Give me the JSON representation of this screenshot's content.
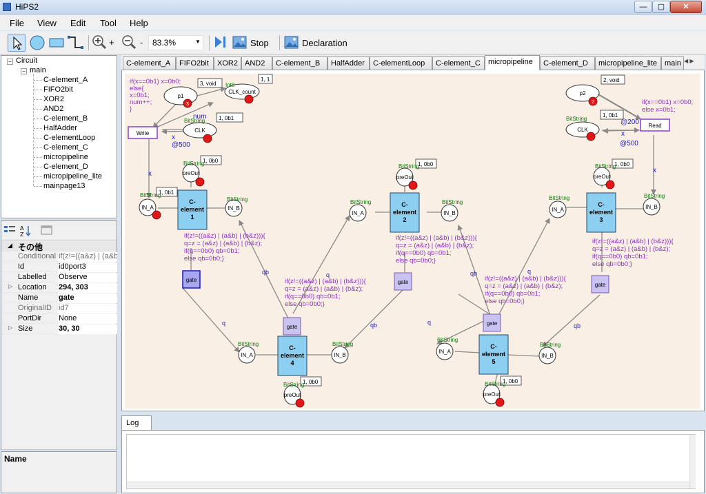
{
  "window": {
    "title": "HiPS2",
    "minimize": "—",
    "maximize": "▢",
    "close": "✕"
  },
  "menu": [
    "File",
    "View",
    "Edit",
    "Tool",
    "Help"
  ],
  "toolbar": {
    "zoom_in_label": "+",
    "zoom_out_label": "-",
    "zoom_value": "83.3%",
    "stop_label": "Stop",
    "declaration_label": "Declaration"
  },
  "tree": {
    "root": "Circuit",
    "main": "main",
    "items": [
      "C-element_A",
      "FIFO2bit",
      "XOR2",
      "AND2",
      "C-element_B",
      "HalfAdder",
      "C-elementLoop",
      "C-element_C",
      "micropipeline",
      "C-element_D",
      "micropipeline_lite",
      "mainpage13"
    ]
  },
  "properties": {
    "category": "その他",
    "rows": [
      {
        "name": "Conditional",
        "value": "if(z!=((a&z) | (a&b"
      },
      {
        "name": "Id",
        "value": "id0port3"
      },
      {
        "name": "Labelled",
        "value": "Observe"
      },
      {
        "name": "Location",
        "value": "294, 303"
      },
      {
        "name": "Name",
        "value": "gate"
      },
      {
        "name": "OriginalID",
        "value": "id7"
      },
      {
        "name": "PortDir",
        "value": "None"
      },
      {
        "name": "Size",
        "value": "30, 30"
      }
    ],
    "description_title": "Name"
  },
  "tabs": [
    "C-element_A",
    "FIFO2bit",
    "XOR2",
    "AND2",
    "C-element_B",
    "HalfAdder",
    "C-elementLoop",
    "C-element_C",
    "micropipeline",
    "C-element_D",
    "micropipeline_lite",
    "main"
  ],
  "active_tab": "micropipeline",
  "log": {
    "tab_label": "Log"
  },
  "diagram": {
    "init_code": [
      "if(x==0b1) x=0b0;",
      "else{",
      "x=0b1;",
      "num++;",
      "}"
    ],
    "read_code": [
      "if(x==0b1) x=0b0;",
      "else x=0b1;"
    ],
    "cel_code": [
      "if(z!=((a&z) | (a&b) | (b&z))){",
      "q=z =  (a&z) | (a&b) | (b&z);",
      "if(q==0b0) qb=0b1;",
      "else qb=0b0;}"
    ],
    "labels": {
      "p1": "p1",
      "p1_tokens": "3",
      "p2": "p2",
      "p2_tokens": "2",
      "void3": "3, void",
      "void2": "2, void",
      "tok11": "1, 1",
      "clk_count": "CLK_count",
      "int8": "Int8",
      "num": "num",
      "clk": "CLK",
      "bitstring": "BitString",
      "tok10b1": "1, 0b1",
      "tok10b0": "1, 0b0",
      "x": "x",
      "at500": "@500",
      "at200": "@200",
      "write": "Write",
      "read": "Read",
      "prev": "preOut",
      "ina": "IN_A",
      "inb": "IN_B",
      "gate": "gate",
      "q": "q",
      "qb": "qb",
      "celem1": "C-element 1",
      "celem2": "C-element 2",
      "celem3": "C-element 3",
      "celem4": "C-element 4",
      "celem5": "C-element 5",
      "celem_title": "C-",
      "celem_title2": "element"
    }
  },
  "colors": {
    "canvas_bg": "#f9efe4",
    "celement": "#8ccff0",
    "gate": "#c9c3f2",
    "gate_selected": "#a6a6f2",
    "code": "#8a2fc4",
    "label_green": "#0a7a0a",
    "label_blue": "#2020c0",
    "token": "#e21818"
  }
}
